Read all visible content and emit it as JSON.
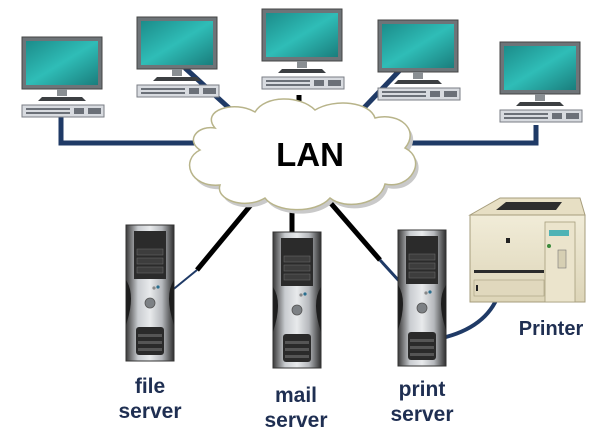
{
  "diagram": {
    "title": "LAN",
    "hub": {
      "label": "LAN",
      "shape": "cloud"
    },
    "workstations": [
      {
        "id": "pc1",
        "label": ""
      },
      {
        "id": "pc2",
        "label": ""
      },
      {
        "id": "pc3",
        "label": ""
      },
      {
        "id": "pc4",
        "label": ""
      },
      {
        "id": "pc5",
        "label": ""
      }
    ],
    "servers": [
      {
        "id": "file",
        "label_line1": "file",
        "label_line2": "server"
      },
      {
        "id": "mail",
        "label_line1": "mail",
        "label_line2": "server"
      },
      {
        "id": "print",
        "label_line1": "print",
        "label_line2": "server"
      }
    ],
    "printer": {
      "label": "Printer"
    },
    "connections": [
      [
        "pc1",
        "LAN"
      ],
      [
        "pc2",
        "LAN"
      ],
      [
        "pc3",
        "LAN"
      ],
      [
        "pc4",
        "LAN"
      ],
      [
        "pc5",
        "LAN"
      ],
      [
        "LAN",
        "file"
      ],
      [
        "LAN",
        "mail"
      ],
      [
        "LAN",
        "print"
      ],
      [
        "print",
        "Printer"
      ]
    ],
    "colors": {
      "screen": "#2aa8a4",
      "cable_blue": "#1f3a66",
      "cable_black": "#000000",
      "label_text": "#1f2f52",
      "cloud_outline": "#b8b48a"
    }
  }
}
